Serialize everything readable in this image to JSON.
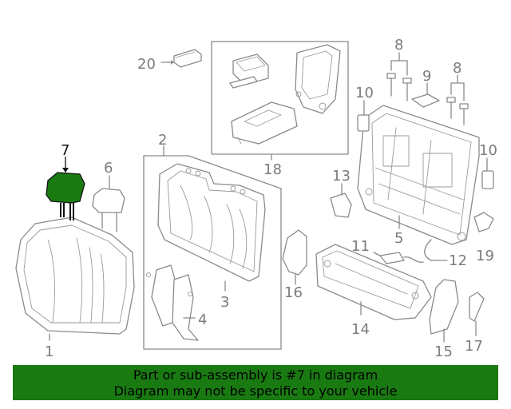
{
  "labels": {
    "l1": "1",
    "l2": "2",
    "l3": "3",
    "l4": "4",
    "l5": "5",
    "l6": "6",
    "l7": "7",
    "l8a": "8",
    "l8b": "8",
    "l9": "9",
    "l10a": "10",
    "l10b": "10",
    "l11": "11",
    "l12": "12",
    "l13": "13",
    "l14": "14",
    "l15": "15",
    "l16": "16",
    "l17": "17",
    "l18": "18",
    "l19": "19",
    "l20": "20"
  },
  "highlight_color": "#1a7a12",
  "banner": {
    "line1": "Part or sub-assembly is #7 in diagram",
    "line2": "Diagram may not be specific to your vehicle"
  }
}
